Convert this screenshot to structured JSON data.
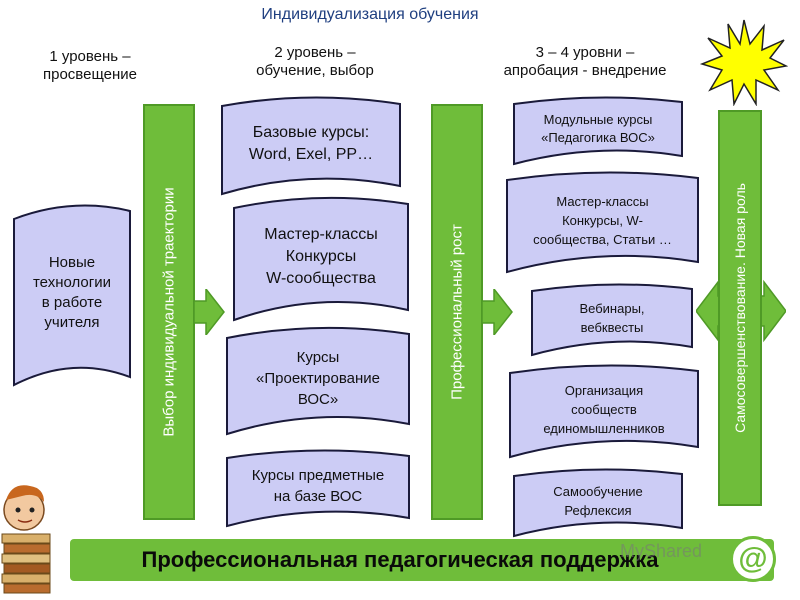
{
  "title": "Индивидуализация обучения",
  "headers": {
    "level1": "1 уровень –\nпросвещение",
    "level2": "2 уровень –\nобучение, выбор",
    "level34": "3 – 4 уровни –\nапробация - внедрение"
  },
  "left_box": "Новые\nтехнологии\nв работе\nучителя",
  "vertical_bars": {
    "bar1": "Выбор индивидуальной траектории",
    "bar2": "Профессиональный рост",
    "bar3": "Самосовершенствование. Новая роль"
  },
  "level2_boxes": [
    "Базовые курсы:\nWord, Exel, PP…",
    "Мастер-классы\nКонкурсы\nW-сообщества",
    "Курсы\n«Проектирование\nВОС»",
    "Курсы предметные\nна базе ВОС"
  ],
  "level3_boxes": [
    "Модульные курсы\n«Педагогика ВОС»",
    "Мастер-классы\nКонкурсы, W-\nсообщества, Статьи …",
    "Вебинары,\nвебквесты",
    "Организация\nсообществ\nединомышленников",
    "Самообучение\nРефлексия"
  ],
  "bottom_label": "Профессиональная педагогическая поддержка",
  "watermark": "MyShared",
  "colors": {
    "box_fill": "#ccccf5",
    "box_stroke": "#1a1a3a",
    "green": "#6fbd3a",
    "sun": "#ffff00",
    "title": "#1f3f80"
  },
  "icons": [
    "sun-icon",
    "boy-with-books-icon",
    "at-logo-icon",
    "right-arrow-icon",
    "double-arrow-icon"
  ]
}
